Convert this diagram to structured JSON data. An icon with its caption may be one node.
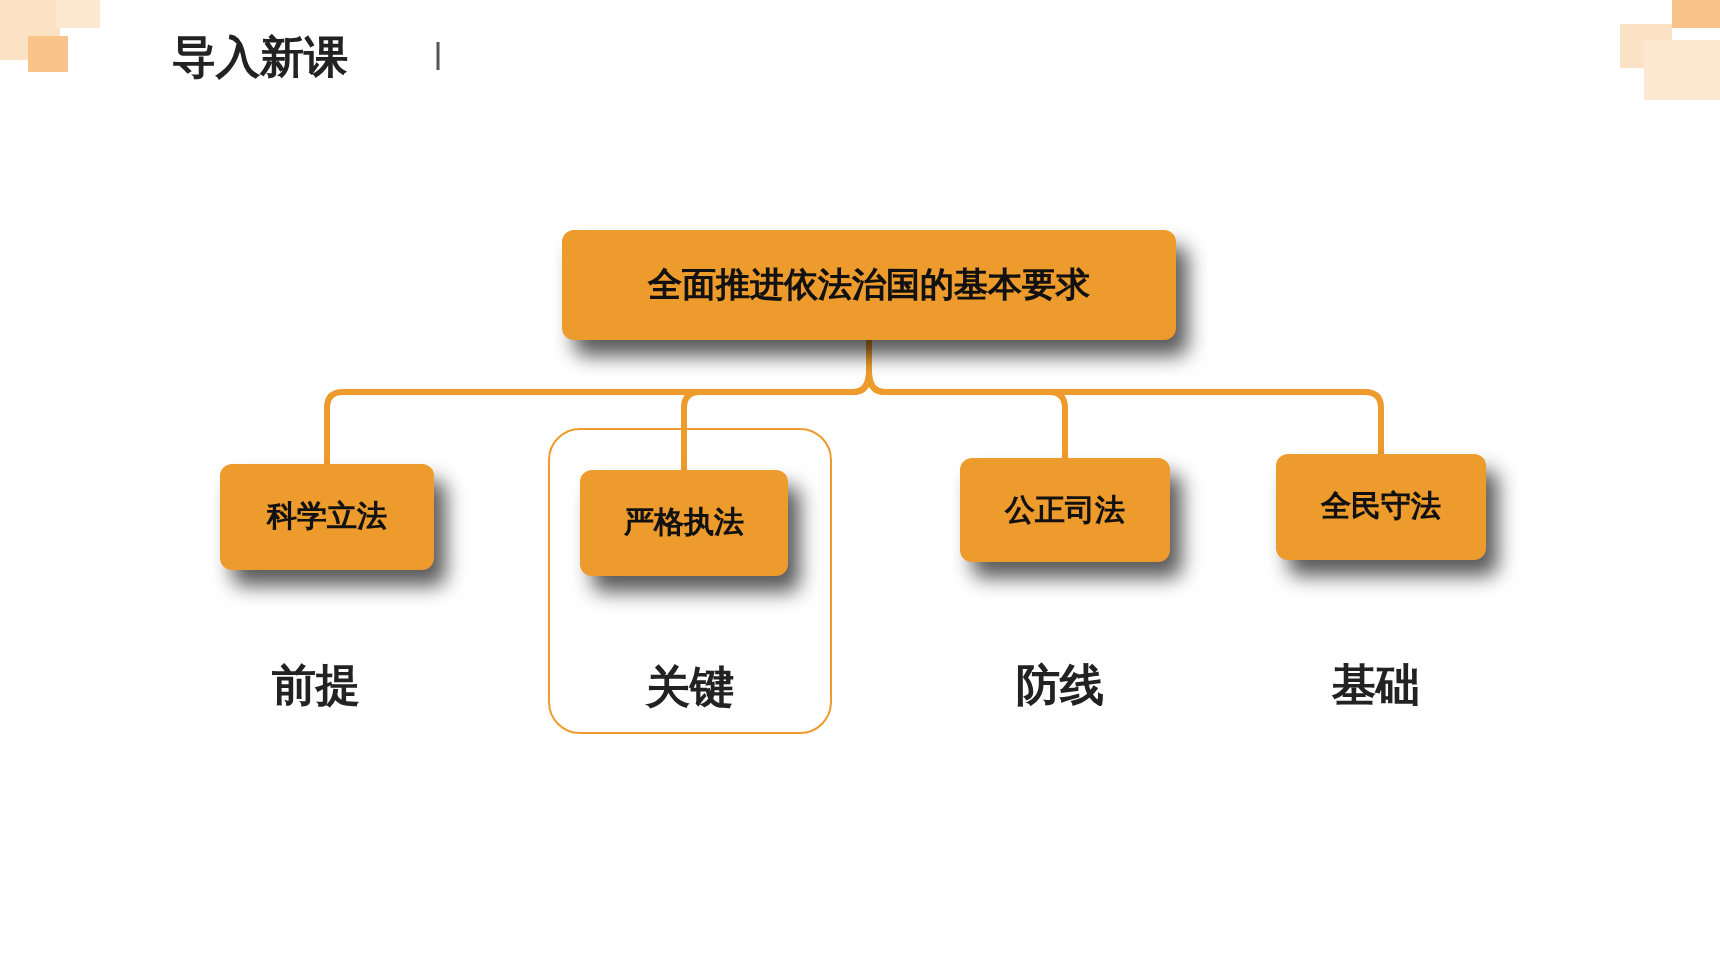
{
  "diagram": {
    "title": "导入新课",
    "nodes": [
      {
        "text": [
          "全面推进依法治国的基本要求"
        ]
      },
      {
        "text": [
          "科学立法"
        ],
        "beside": [
          "前提"
        ]
      },
      {
        "text": [
          "关键"
        ]
      },
      {
        "text": [
          "严格执法"
        ],
        "in": 2
      },
      {
        "text": [
          "公正司法"
        ],
        "beside": [
          "防线"
        ]
      },
      {
        "text": [
          "全民守法"
        ],
        "beside": [
          "基础"
        ]
      }
    ],
    "edges": [
      {
        "from": 0,
        "to": 1,
        "arrow": "none"
      },
      {
        "from": 0,
        "to": 3,
        "arrow": "none"
      },
      {
        "from": 0,
        "to": 4,
        "arrow": "none"
      },
      {
        "from": 0,
        "to": 5,
        "arrow": "none"
      }
    ]
  }
}
